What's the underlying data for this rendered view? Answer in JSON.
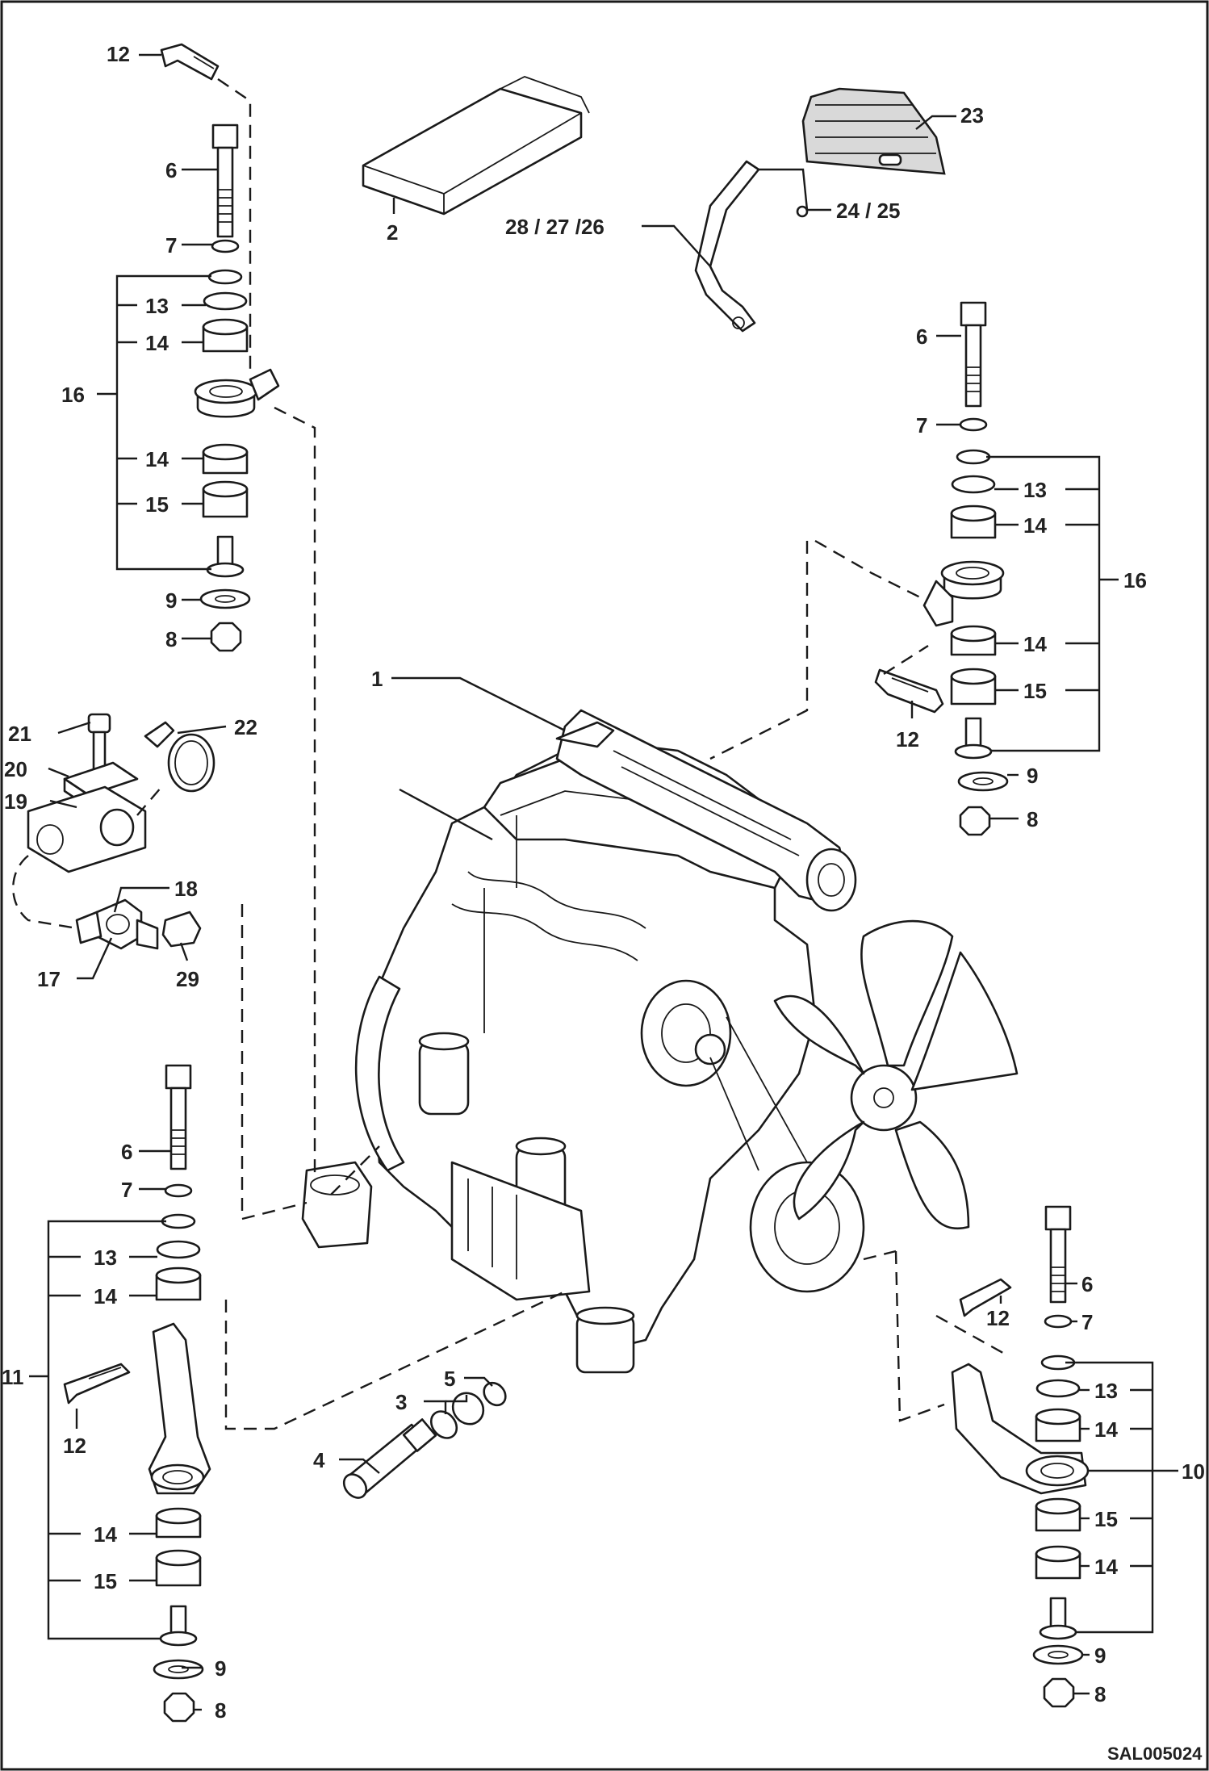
{
  "diagram": {
    "drawing_ref": "SAL005024",
    "callouts": {
      "c1": "1",
      "c2": "2",
      "c3": "3",
      "c4": "4",
      "c5": "5",
      "c6": "6",
      "c7": "7",
      "c8": "8",
      "c9": "9",
      "c10": "10",
      "c11": "11",
      "c12": "12",
      "c13": "13",
      "c14": "14",
      "c15": "15",
      "c16": "16",
      "c17": "17",
      "c18": "18",
      "c19": "19",
      "c20": "20",
      "c21": "21",
      "c22": "22",
      "c23": "23",
      "c24_25": "24 / 25",
      "c28_27_26": "28 / 27 /26",
      "c29": "29"
    }
  }
}
